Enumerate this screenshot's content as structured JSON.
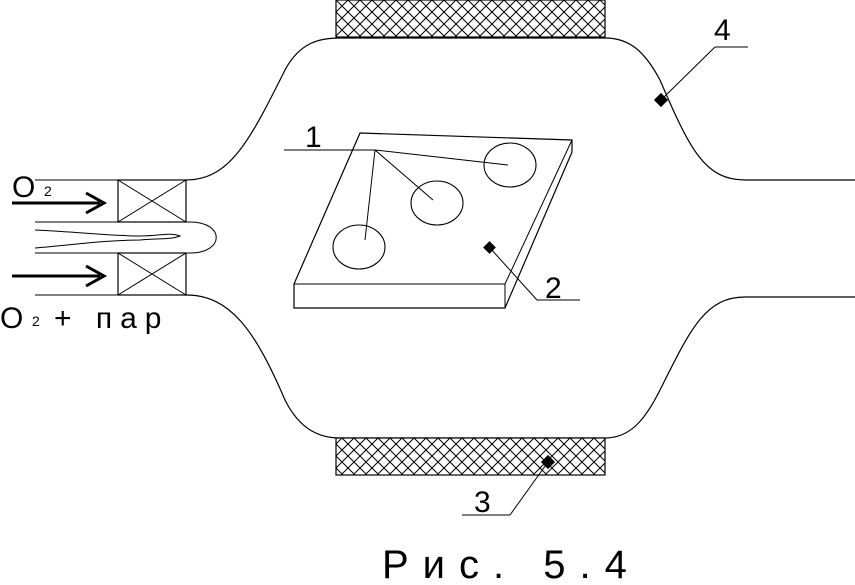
{
  "labels": {
    "item1": "1",
    "item2": "2",
    "item3": "3",
    "item4": "4"
  },
  "inlets": {
    "top_main": "О",
    "top_sub": "2",
    "bottom_main": "О",
    "bottom_sub": "2",
    "bottom_suffix": "+ пар"
  },
  "caption": "Рис. 5.4"
}
